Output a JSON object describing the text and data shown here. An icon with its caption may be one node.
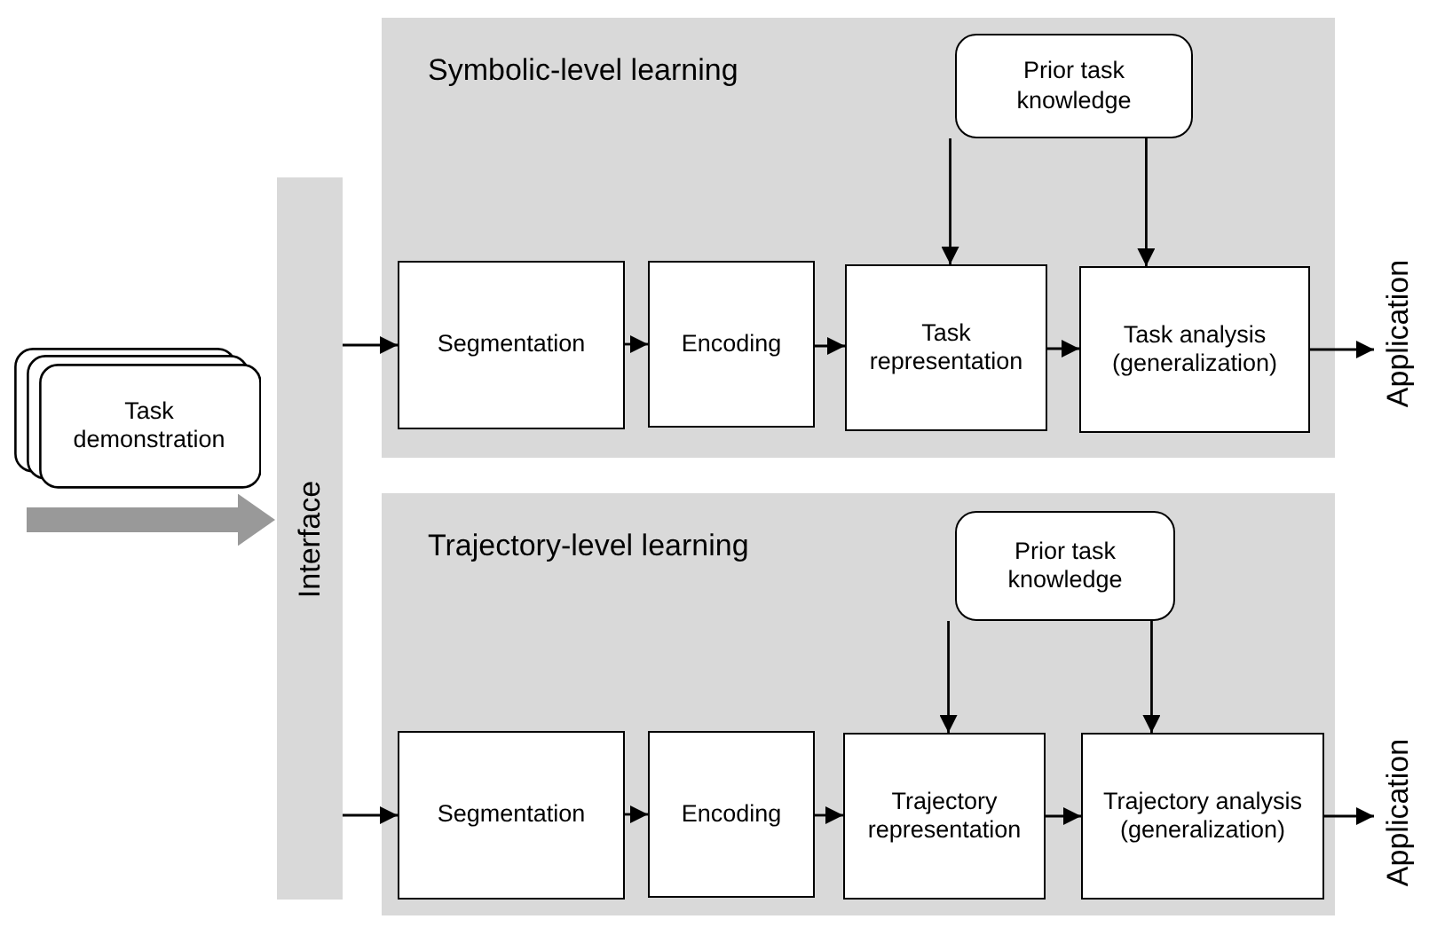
{
  "diagram": {
    "nodes": [
      {
        "text": [
          "Task demonstration"
        ]
      },
      {
        "text": [
          "Interface"
        ]
      },
      {
        "text": [
          "Symbolic-level learning"
        ]
      },
      {
        "text": [
          "Prior task knowledge"
        ],
        "in": 2
      },
      {
        "text": [
          "Segmentation"
        ],
        "in": 2
      },
      {
        "text": [
          "Encoding"
        ],
        "in": 2
      },
      {
        "text": [
          "Task representation"
        ],
        "in": 2
      },
      {
        "text": [
          "Task analysis (generalization)"
        ],
        "in": 2
      },
      {
        "text": [
          "Application"
        ]
      },
      {
        "text": [
          "Trajectory-level learning"
        ]
      },
      {
        "text": [
          "Prior task knowledge"
        ],
        "in": 9
      },
      {
        "text": [
          "Segmentation"
        ],
        "in": 9
      },
      {
        "text": [
          "Encoding"
        ],
        "in": 9
      },
      {
        "text": [
          "Trajectory representation"
        ],
        "in": 9
      },
      {
        "text": [
          "Trajectory analysis (generalization)"
        ],
        "in": 9
      },
      {
        "text": [
          "Application"
        ]
      }
    ],
    "edges": [
      {
        "from": null,
        "to": 1,
        "arrow": "to",
        "style": "thick",
        "color": "#999999"
      },
      {
        "from": 1,
        "to": 4,
        "arrow": "to"
      },
      {
        "from": 4,
        "to": 5,
        "arrow": "to"
      },
      {
        "from": 5,
        "to": 6,
        "arrow": "to"
      },
      {
        "from": 6,
        "to": 7,
        "arrow": "to"
      },
      {
        "from": 7,
        "to": 8,
        "arrow": "to"
      },
      {
        "from": 3,
        "to": 6,
        "arrow": "to"
      },
      {
        "from": 3,
        "to": 7,
        "arrow": "to"
      },
      {
        "from": 1,
        "to": 11,
        "arrow": "to"
      },
      {
        "from": 11,
        "to": 12,
        "arrow": "to"
      },
      {
        "from": 12,
        "to": 13,
        "arrow": "to"
      },
      {
        "from": 13,
        "to": 14,
        "arrow": "to"
      },
      {
        "from": 14,
        "to": 15,
        "arrow": "to"
      },
      {
        "from": 10,
        "to": 13,
        "arrow": "to"
      },
      {
        "from": 10,
        "to": 14,
        "arrow": "to"
      }
    ]
  }
}
